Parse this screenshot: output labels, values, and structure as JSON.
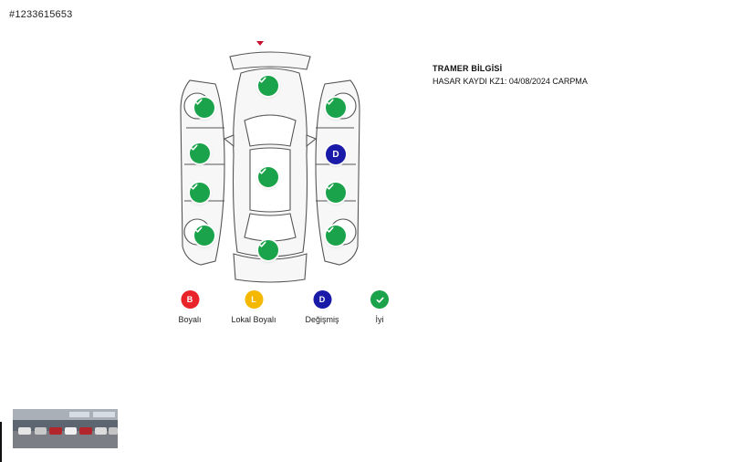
{
  "listing": {
    "id": "#1233615653"
  },
  "tramer": {
    "title": "TRAMER BİLGİSİ",
    "text": "HASAR KAYDI KZ1: 04/08/2024 CARPMA"
  },
  "colors": {
    "boyali": "#e8232a",
    "lokal_boyali": "#f5b800",
    "degismis": "#1a1aa8",
    "iyi": "#1aa34a"
  },
  "parts": [
    {
      "name": "front-bumper",
      "status": "iyi"
    },
    {
      "name": "left-front-fender",
      "status": "iyi"
    },
    {
      "name": "right-front-fender",
      "status": "iyi"
    },
    {
      "name": "left-front-door",
      "status": "iyi"
    },
    {
      "name": "right-front-door",
      "status": "degismis",
      "code": "D"
    },
    {
      "name": "roof",
      "status": "iyi"
    },
    {
      "name": "left-rear-door",
      "status": "iyi"
    },
    {
      "name": "right-rear-door",
      "status": "iyi"
    },
    {
      "name": "left-rear-fender",
      "status": "iyi"
    },
    {
      "name": "right-rear-fender",
      "status": "iyi"
    },
    {
      "name": "trunk",
      "status": "iyi"
    }
  ],
  "legend": [
    {
      "code": "B",
      "label": "Boyalı",
      "status": "boyali"
    },
    {
      "code": "L",
      "label": "Lokal Boyalı",
      "status": "lokal_boyali"
    },
    {
      "code": "D",
      "label": "Değişmiş",
      "status": "degismis"
    },
    {
      "code": "",
      "label": "İyi",
      "status": "iyi"
    }
  ]
}
